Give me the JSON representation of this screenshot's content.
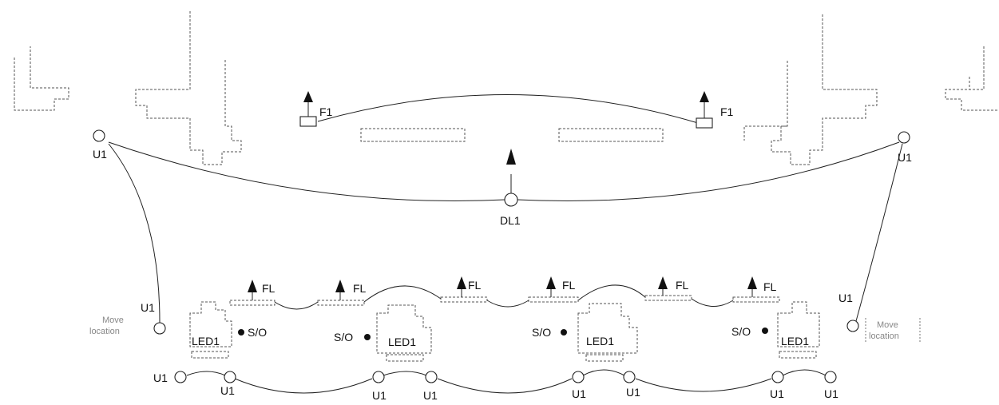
{
  "labels": {
    "fixture": "F1",
    "downlight": "DL1",
    "uplight": "U1",
    "floorlight": "FL",
    "led": "LED1",
    "switch_outlet": "S/O",
    "note_left_line1": "Move",
    "note_left_line2": "location",
    "note_right_line1": "Move",
    "note_right_line2": "location"
  },
  "colors": {
    "line": "#222222",
    "faint": "#777777",
    "background": "#ffffff"
  },
  "icons": [
    "arrow-up-icon",
    "circle-node-icon",
    "filled-dot-icon"
  ]
}
